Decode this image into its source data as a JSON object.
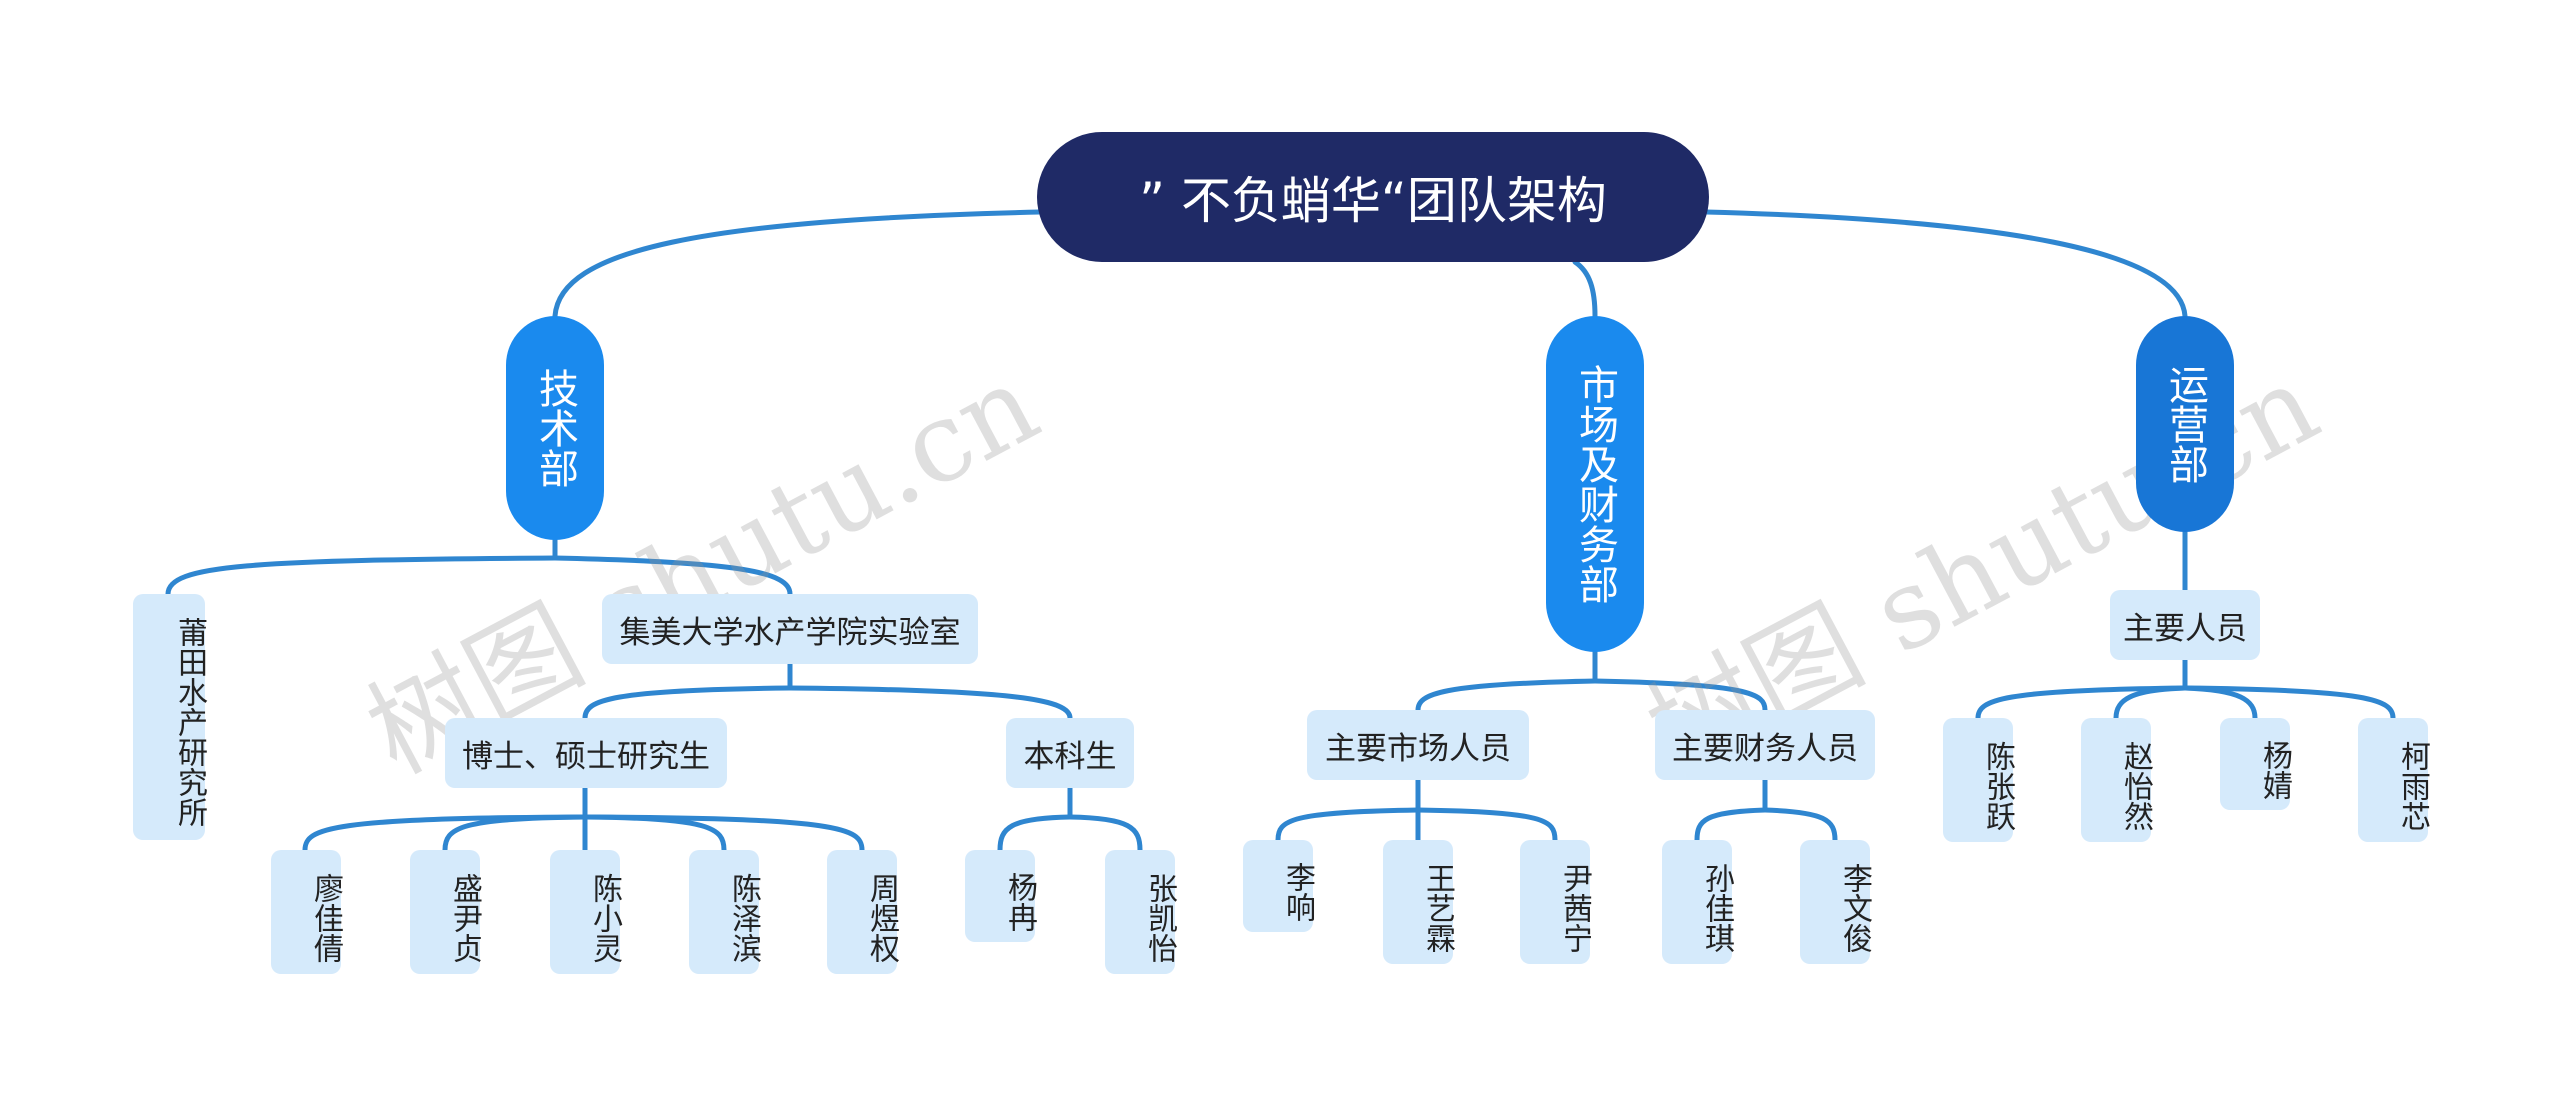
{
  "root": "” 不负蛸华“团队架构",
  "watermark": "树图 shutu.cn",
  "colors": {
    "root_bg": "#1f2a66",
    "dept_bg": "#1a8aee",
    "box_bg": "#d5eafb",
    "line": "#2f86d0"
  },
  "departments": {
    "tech": {
      "label": "技术部",
      "putian": "莆田水产研究所",
      "jimei": "集美大学水产学院实验室",
      "grad": {
        "label": "博士、硕士研究生",
        "members": [
          "廖佳倩",
          "盛尹贞",
          "陈小灵",
          "陈泽滨",
          "周煜权"
        ]
      },
      "undergrad": {
        "label": "本科生",
        "members": [
          "杨冉",
          "张凯怡"
        ]
      }
    },
    "market": {
      "label": "市场及财务部",
      "marketing": {
        "label": "主要市场人员",
        "members": [
          "李响",
          "王艺霖",
          "尹茜宁"
        ]
      },
      "finance": {
        "label": "主要财务人员",
        "members": [
          "孙佳琪",
          "李文俊"
        ]
      }
    },
    "ops": {
      "label": "运营部",
      "main": {
        "label": "主要人员",
        "members": [
          "陈张跃",
          "赵怡然",
          "杨婧",
          "柯雨芯"
        ]
      }
    }
  }
}
